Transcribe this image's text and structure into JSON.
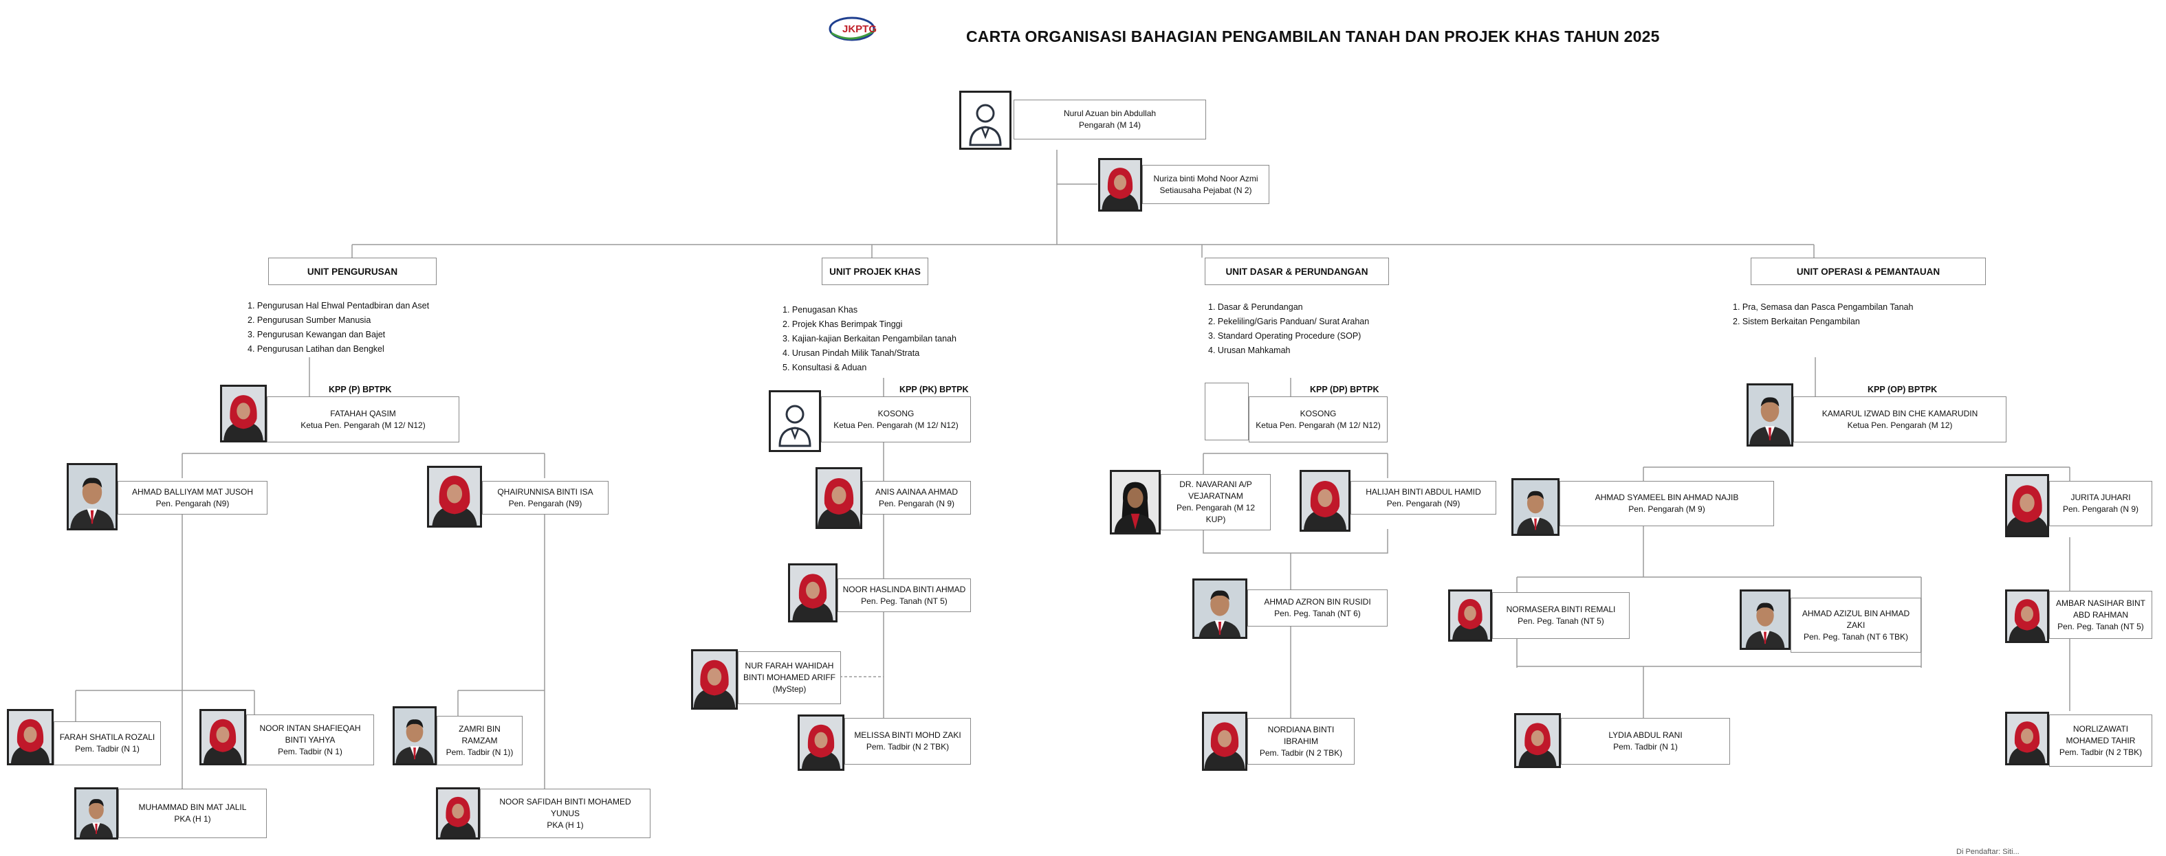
{
  "header": {
    "logo_text": "JKPTG",
    "title": "CARTA ORGANISASI BAHAGIAN PENGAMBILAN TANAH DAN PROJEK KHAS TAHUN 2025"
  },
  "colors": {
    "line": "#9a9a9a",
    "box_border": "#8a8a8a",
    "logo_blue": "#1f3f8f",
    "logo_green": "#3f9b3f",
    "logo_red": "#c0202a",
    "tudung_red": "#c0182a",
    "suit": "#2a2a2a"
  },
  "director": {
    "name": "Nurul Azuan bin Abdullah",
    "post": "Pengarah (M 14)",
    "photo": "placeholder-avatar-icon"
  },
  "secretary": {
    "name": "Nuriza binti Mohd Noor Azmi",
    "post": "Setiausaha Pejabat (N 2)",
    "photo": "woman-tudung-icon"
  },
  "units": [
    {
      "name": "UNIT PENGURUSAN",
      "tasks": [
        "1. Pengurusan Hal Ehwal Pentadbiran dan Aset",
        "2. Pengurusan Sumber Manusia",
        "3. Pengurusan Kewangan dan Bajet",
        "4. Pengurusan Latihan dan Bengkel"
      ],
      "kpp": "KPP (P) BPTPK",
      "head": {
        "name": "FATAHAH QASIM",
        "post": "Ketua Pen. Pengarah (M 12/ N12)",
        "photo": "woman-tudung-icon"
      },
      "staff": [
        {
          "name": "AHMAD BALLIYAM MAT JUSOH",
          "post": "Pen. Pengarah (N9)",
          "photo": "man-icon"
        },
        {
          "name": "QHAIRUNNISA BINTI ISA",
          "post": "Pen. Pengarah (N9)",
          "photo": "woman-tudung-icon"
        },
        {
          "name": "FARAH SHATILA ROZALI",
          "post": "Pem. Tadbir (N 1)",
          "photo": "woman-tudung-icon"
        },
        {
          "name": "NOOR INTAN SHAFIEQAH BINTI YAHYA",
          "post": "Pem. Tadbir (N 1)",
          "photo": "woman-tudung-icon"
        },
        {
          "name": "MUHAMMAD BIN MAT JALIL",
          "post": "PKA (H 1)",
          "photo": "man-icon"
        },
        {
          "name": "ZAMRI BIN RAMZAM",
          "post": "Pem. Tadbir (N 1))",
          "photo": "man-icon"
        },
        {
          "name": "NOOR SAFIDAH BINTI MOHAMED YUNUS",
          "post": "PKA (H 1)",
          "photo": "woman-tudung-icon"
        }
      ]
    },
    {
      "name": "UNIT PROJEK KHAS",
      "tasks": [
        "1. Penugasan Khas",
        "2. Projek Khas Berimpak Tinggi",
        "3. Kajian-kajian Berkaitan Pengambilan tanah",
        "4. Urusan Pindah Milik Tanah/Strata",
        "5. Konsultasi & Aduan"
      ],
      "kpp": "KPP (PK) BPTPK",
      "head": {
        "name": "KOSONG",
        "post": "Ketua Pen. Pengarah (M 12/ N12)",
        "photo": "placeholder-avatar-icon"
      },
      "staff": [
        {
          "name": "ANIS AAINAA AHMAD",
          "post": "Pen. Pengarah (N 9)",
          "photo": "woman-tudung-icon"
        },
        {
          "name": "NOOR HASLINDA BINTI AHMAD",
          "post": "Pen. Peg. Tanah (NT 5)",
          "photo": "woman-tudung-icon"
        },
        {
          "name": "NUR FARAH WAHIDAH BINTI MOHAMED ARIFF",
          "post": "(MyStep)",
          "photo": "woman-tudung-icon"
        },
        {
          "name": "MELISSA BINTI MOHD ZAKI",
          "post": "Pem. Tadbir (N 2 TBK)",
          "photo": "woman-tudung-icon"
        }
      ]
    },
    {
      "name": "UNIT DASAR & PERUNDANGAN",
      "tasks": [
        "1. Dasar & Perundangan",
        "2. Pekeliling/Garis Panduan/ Surat Arahan",
        "3. Standard Operating Procedure (SOP)",
        "4. Urusan Mahkamah"
      ],
      "kpp": "KPP (DP) BPTPK",
      "head": {
        "name": "KOSONG",
        "post": "Ketua Pen. Pengarah (M 12/ N12)",
        "photo": ""
      },
      "staff": [
        {
          "name": "DR. NAVARANI A/P VEJARATNAM",
          "post": "Pen. Pengarah (M 12 KUP)",
          "photo": "woman-icon"
        },
        {
          "name": "HALIJAH BINTI ABDUL HAMID",
          "post": "Pen. Pengarah (N9)",
          "photo": "woman-tudung-icon"
        },
        {
          "name": "AHMAD AZRON BIN RUSIDI",
          "post": "Pen. Peg. Tanah (NT 6)",
          "photo": "man-icon"
        },
        {
          "name": "NORDIANA BINTI IBRAHIM",
          "post": "Pem. Tadbir (N 2 TBK)",
          "photo": "woman-tudung-icon"
        }
      ]
    },
    {
      "name": "UNIT OPERASI & PEMANTAUAN",
      "tasks": [
        "1. Pra, Semasa dan Pasca Pengambilan Tanah",
        "2. Sistem Berkaitan Pengambilan"
      ],
      "kpp": "KPP (OP) BPTPK",
      "head": {
        "name": "KAMARUL IZWAD BIN CHE KAMARUDIN",
        "post": "Ketua Pen. Pengarah (M 12)",
        "photo": "man-icon"
      },
      "staff": [
        {
          "name": "AHMAD SYAMEEL BIN AHMAD NAJIB",
          "post": "Pen. Pengarah (M 9)",
          "photo": "man-icon"
        },
        {
          "name": "JURITA JUHARI",
          "post": "Pen. Pengarah (N 9)",
          "photo": "woman-tudung-icon"
        },
        {
          "name": "NORMASERA BINTI REMALI",
          "post": "Pen. Peg. Tanah (NT 5)",
          "photo": "woman-tudung-icon"
        },
        {
          "name": "AHMAD AZIZUL BIN AHMAD ZAKI",
          "post": "Pen. Peg. Tanah (NT 6 TBK)",
          "photo": "man-icon"
        },
        {
          "name": "AMBAR NASIHAR BINT ABD RAHMAN",
          "post": "Pen. Peg. Tanah (NT 5)",
          "photo": "woman-tudung-icon"
        },
        {
          "name": "LYDIA ABDUL RANI",
          "post": "Pem. Tadbir (N 1)",
          "photo": "woman-tudung-icon"
        },
        {
          "name": "NORLIZAWATI MOHAMED TAHIR",
          "post": "Pem. Tadbir (N 2 TBK)",
          "photo": "woman-tudung-icon"
        }
      ]
    }
  ],
  "footer": {
    "text": "Di Pendaftar: Siti..."
  }
}
